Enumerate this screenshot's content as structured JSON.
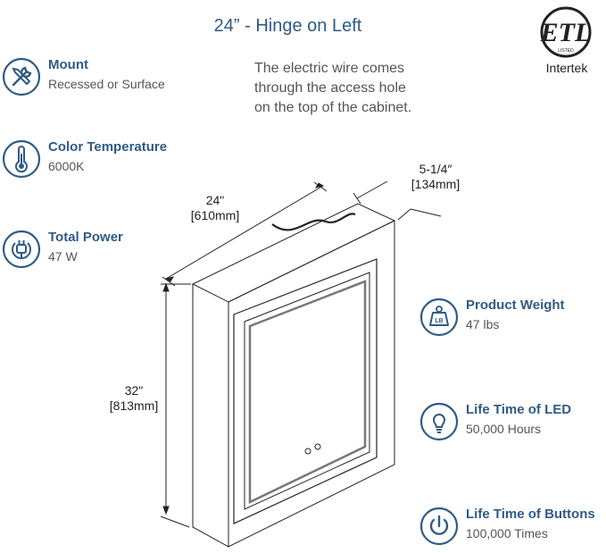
{
  "title": "24” - Hinge on Left",
  "certification": {
    "logo": "ETL",
    "listed": "LISTED",
    "name": "Intertek"
  },
  "note": [
    "The electric wire comes",
    "through the access hole",
    "on the top of the cabinet."
  ],
  "features_left": [
    {
      "icon": "tools-icon",
      "label": "Mount",
      "value": "Recessed or Surface"
    },
    {
      "icon": "thermometer-icon",
      "label": "Color Temperature",
      "value": "6000K"
    },
    {
      "icon": "power-plug-icon",
      "label": "Total Power",
      "value": "47 W"
    }
  ],
  "features_right": [
    {
      "icon": "weight-icon",
      "icon_text": "LB",
      "label": "Product Weight",
      "value": "47 lbs"
    },
    {
      "icon": "lightbulb-icon",
      "label": "Life Time of LED",
      "value": "50,000 Hours"
    },
    {
      "icon": "power-button-icon",
      "label": "Life Time of Buttons",
      "value": "100,000 Times"
    }
  ],
  "dimensions": {
    "width": {
      "imperial": "24\"",
      "metric": "[610mm]"
    },
    "depth": {
      "imperial": "5-1/4″",
      "metric": "[134mm]"
    },
    "height": {
      "imperial": "32\"",
      "metric": "[813mm]"
    }
  },
  "colors": {
    "accent": "#2f5b85",
    "text": "#555555",
    "line": "#222222"
  }
}
